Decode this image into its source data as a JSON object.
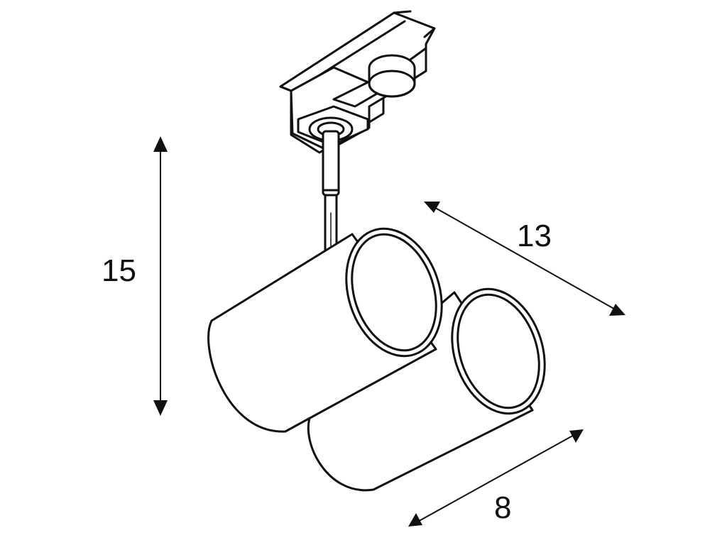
{
  "dimensions": {
    "height": "15",
    "length": "13",
    "width": "8"
  },
  "colors": {
    "line": "#111111",
    "fill": "#ffffff"
  }
}
